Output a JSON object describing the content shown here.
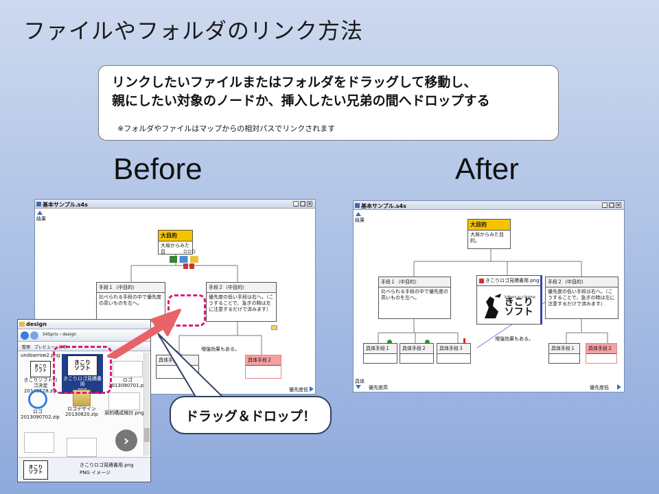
{
  "slide": {
    "title": "ファイルやフォルダのリンク方法",
    "callout": {
      "line1": "リンクしたいファイルまたはフォルダをドラッグして移動し、",
      "line2": "親にしたい対象のノードか、挿入したい兄弟の間へドロップする",
      "note": "※フォルダやファイルはマップからの相対パスでリンクされます"
    },
    "before_label": "Before",
    "after_label": "After",
    "bubble": "ドラッグ＆ドロップ！"
  },
  "map_window": {
    "title": "基本サンプル.s4s",
    "top_label": "結果",
    "goal_head": "大目的",
    "goal_body": "大局からみた目的。",
    "goal_body_short": "大局からみた目",
    "goal_tail": "ロロロ",
    "means1_head": "手段１（中目的）",
    "means1_body": "比べられる手段の中で優先度の高いものを左へ。",
    "means2_head": "手段２（中目的）",
    "means2_body": "優先度の低い手段は右へ。（こうすることで、急ぎの時は左に注意するだけで済みます）",
    "concrete1": "具体手段１",
    "concrete2": "具体手段２",
    "concrete3": "具体手段３",
    "effect": "増強効果もある。",
    "priority_high": "優先度高",
    "priority_low": "優先度低",
    "bottom_left": "具体",
    "link_node_title": "きこりロゴ見積書用.png"
  },
  "explorer": {
    "title": "design",
    "path": [
      "S4Spriv",
      "design"
    ],
    "toolbar": [
      "整理",
      "プレビュー",
      "共有"
    ],
    "files": [
      {
        "name": "undoarrow2.png",
        "line2": ""
      },
      {
        "name": "きこりロゴ見積書用",
        "line2": "png"
      },
      {
        "name": "ロゴ",
        "line2": "2013090701.png"
      },
      {
        "name": "きこりソフトロゴ決定",
        "line2": "20140528.zip"
      },
      {
        "name": "ロゴ",
        "line2": "2013090702.zip"
      },
      {
        "name": "ロゴデザイン",
        "line2": "20130820.zip"
      },
      {
        "name": "契約構成検討.png",
        "line2": ""
      }
    ],
    "status_name": "きこりロゴ見積書用.png",
    "status_type": "PNG イメージ"
  },
  "logo": {
    "line1": "きこり",
    "line2": "ソフト",
    "tagline": "Software as a Strategy"
  },
  "colors": {
    "accent": "#e01876",
    "arrow": "#e8626a",
    "goal": "#f7c300",
    "pink": "#f6a0a0"
  },
  "icons": [
    "window-icon",
    "minimize-icon",
    "maximize-icon",
    "close-icon",
    "arrow-up-icon",
    "arrow-down-icon",
    "arrow-right-icon",
    "back-icon",
    "forward-icon",
    "folder-icon",
    "check-icon",
    "warning-icon",
    "ie-icon",
    "zip-icon",
    "chevron-right-icon"
  ]
}
